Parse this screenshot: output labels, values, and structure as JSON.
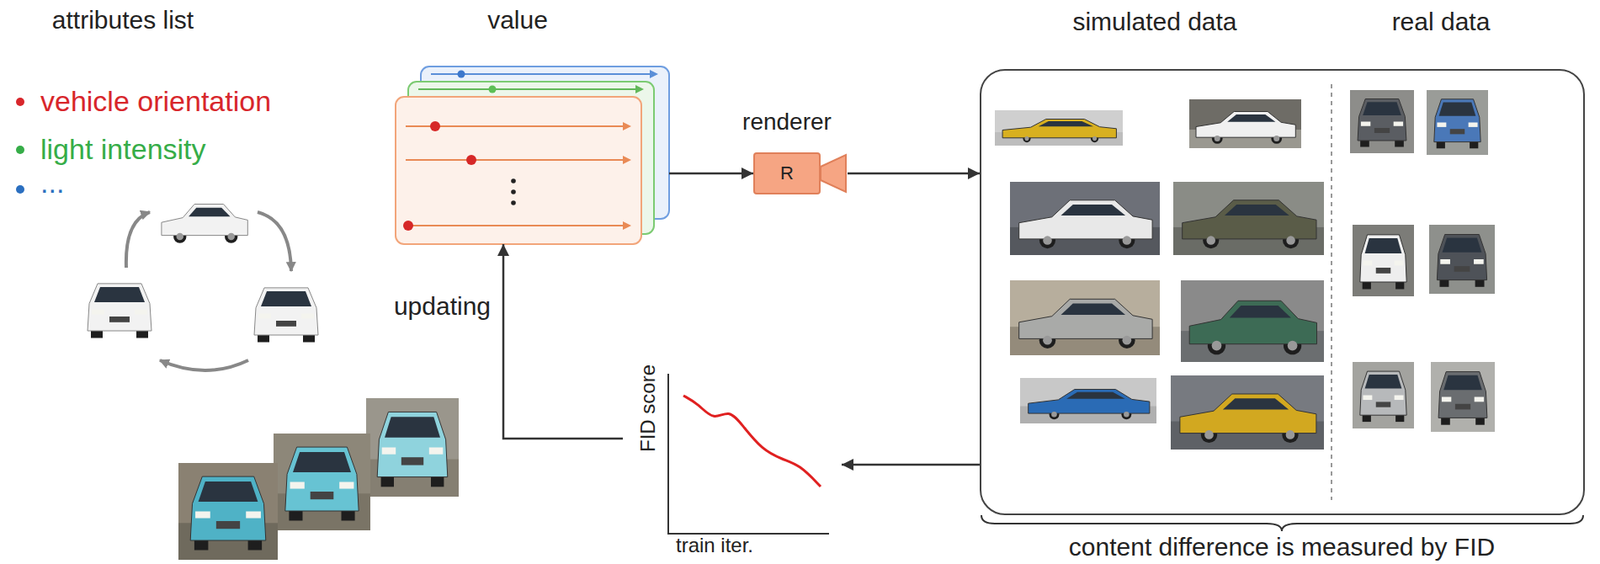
{
  "diagram": {
    "nodes": [
      {
        "text": [
          "value"
        ]
      },
      {
        "text": [
          "renderer",
          "R"
        ]
      },
      {
        "text": [
          "simulated data",
          "real data"
        ]
      },
      {
        "text": [
          "FID score",
          "train iter."
        ]
      }
    ],
    "edges": [
      {
        "from": 0,
        "to": 1,
        "arrow": "to"
      },
      {
        "from": 1,
        "to": 2,
        "arrow": "to"
      },
      {
        "from": 2,
        "to": 3,
        "arrow": "to"
      },
      {
        "from": 3,
        "to": 0,
        "arrow": "to",
        "label": "updating"
      }
    ],
    "labels": [
      "attributes list",
      "vehicle orientation",
      "light intensity",
      "...",
      "content difference is measured by FID"
    ]
  }
}
